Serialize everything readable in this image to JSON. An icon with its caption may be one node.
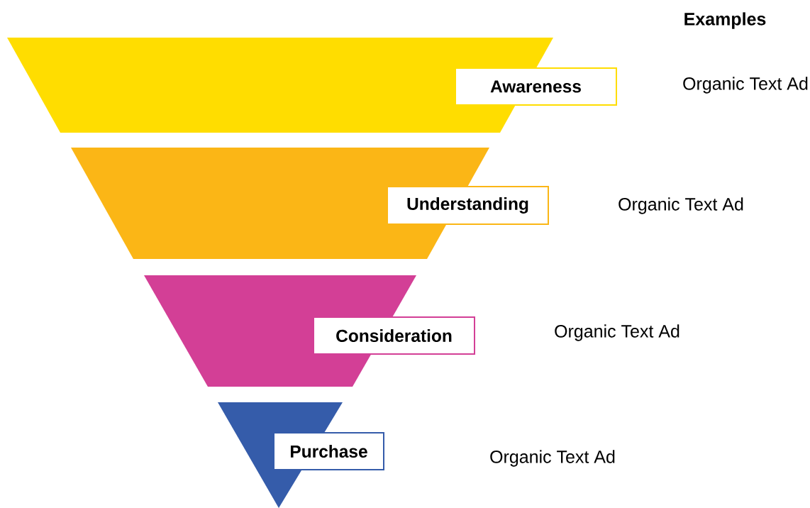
{
  "diagram": {
    "nodes": [
      {
        "text": [
          "Awareness"
        ]
      },
      {
        "text": [
          "Understanding"
        ]
      },
      {
        "text": [
          "Consideration"
        ]
      },
      {
        "text": [
          "Purchase"
        ]
      }
    ],
    "labels": [
      "Examples",
      "Organic Text Ad",
      "Organic Text Ad",
      "Organic Text Ad",
      "Organic Text Ad"
    ]
  }
}
